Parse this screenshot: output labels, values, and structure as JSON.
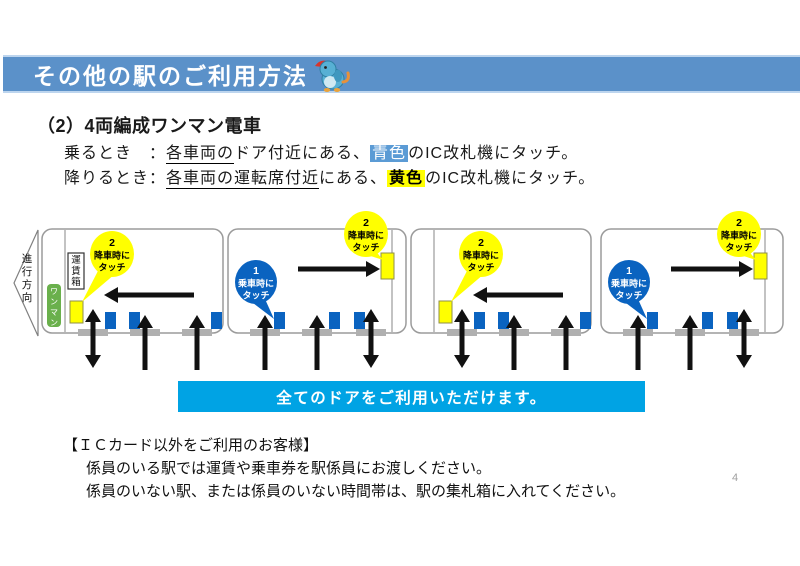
{
  "page": {
    "number": "4",
    "background": "#ffffff"
  },
  "header": {
    "title": "その他の駅のご利用方法",
    "bg_color": "#5b91c9",
    "mascot_icon": "bird-mascot"
  },
  "intro": {
    "heading": "（2）4両編成ワンマン電車",
    "boarding": {
      "prefix": "乗るとき　：",
      "underlined": "各車両の",
      "middle": "ドア付近にある、",
      "highlight": "青色",
      "highlight_bg": "#5b9bd5",
      "highlight_text_color": "#ffffff",
      "suffix": "のIC改札機にタッチ。"
    },
    "alighting": {
      "prefix": "降りるとき：",
      "underlined": "各車両の運転席付近",
      "middle": "にある、",
      "highlight": "黄色",
      "highlight_bg": "#ffff00",
      "highlight_text_color": "#000000",
      "suffix": "のIC改札機にタッチ。"
    }
  },
  "diagram": {
    "direction_label": "進行方向",
    "oneman_sign_label": "ワンマン",
    "oneman_sign_color": "#6ab04c",
    "fare_box_label": "運賃箱",
    "reader_blue_color": "#0a63c0",
    "reader_yellow_color": "#ffff00",
    "arrow_color": "#111111",
    "door_color": "#b0b0b0",
    "car_border_color": "#9b9b9b",
    "exit_callout": {
      "number": "2",
      "line1": "降車時に",
      "line2": "タッチ",
      "bg": "#ffff00",
      "text_color": "#000000"
    },
    "board_callout": {
      "number": "1",
      "line1": "乗車時に",
      "line2": "タッチ",
      "bg": "#0a63c0",
      "text_color": "#ffffff"
    },
    "cars": [
      {
        "name": "car-1",
        "cab_side": "left",
        "has_fare_box": true,
        "has_board_callout": false
      },
      {
        "name": "car-2",
        "cab_side": "right",
        "has_fare_box": false,
        "has_board_callout": true
      },
      {
        "name": "car-3",
        "cab_side": "left",
        "has_fare_box": false,
        "has_board_callout": false
      },
      {
        "name": "car-4",
        "cab_side": "right",
        "has_fare_box": false,
        "has_board_callout": true
      }
    ]
  },
  "banner": {
    "text": "全てのドアをご利用いただけます。",
    "bg_color": "#00a3e4",
    "text_color": "#ffffff"
  },
  "notes": {
    "heading": "【ＩＣカード以外をご利用のお客様】",
    "line1": "係員のいる駅では運賃や乗車券を駅係員にお渡しください。",
    "line2": "係員のいない駅、または係員のいない時間帯は、駅の集札箱に入れてください。"
  }
}
